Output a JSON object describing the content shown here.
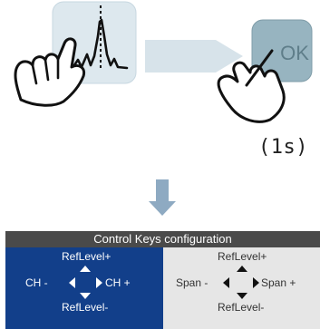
{
  "illustration": {
    "ok_key_label": "OK",
    "hold_duration": "(1s)",
    "icons": [
      "hand-pointer-icon",
      "spectrum-trace-icon",
      "arrow-right-icon",
      "arrow-down-icon",
      "ok-key-icon"
    ]
  },
  "panel": {
    "title": "Control Keys configuration",
    "left_mode": {
      "up_label": "RefLevel+",
      "down_label": "RefLevel-",
      "left_label": "CH -",
      "right_label": "CH +",
      "background": "#123f8a"
    },
    "right_mode": {
      "up_label": "RefLevel+",
      "down_label": "RefLevel-",
      "left_label": "Span -",
      "right_label": "Span +",
      "background": "#e6e6e6"
    }
  }
}
